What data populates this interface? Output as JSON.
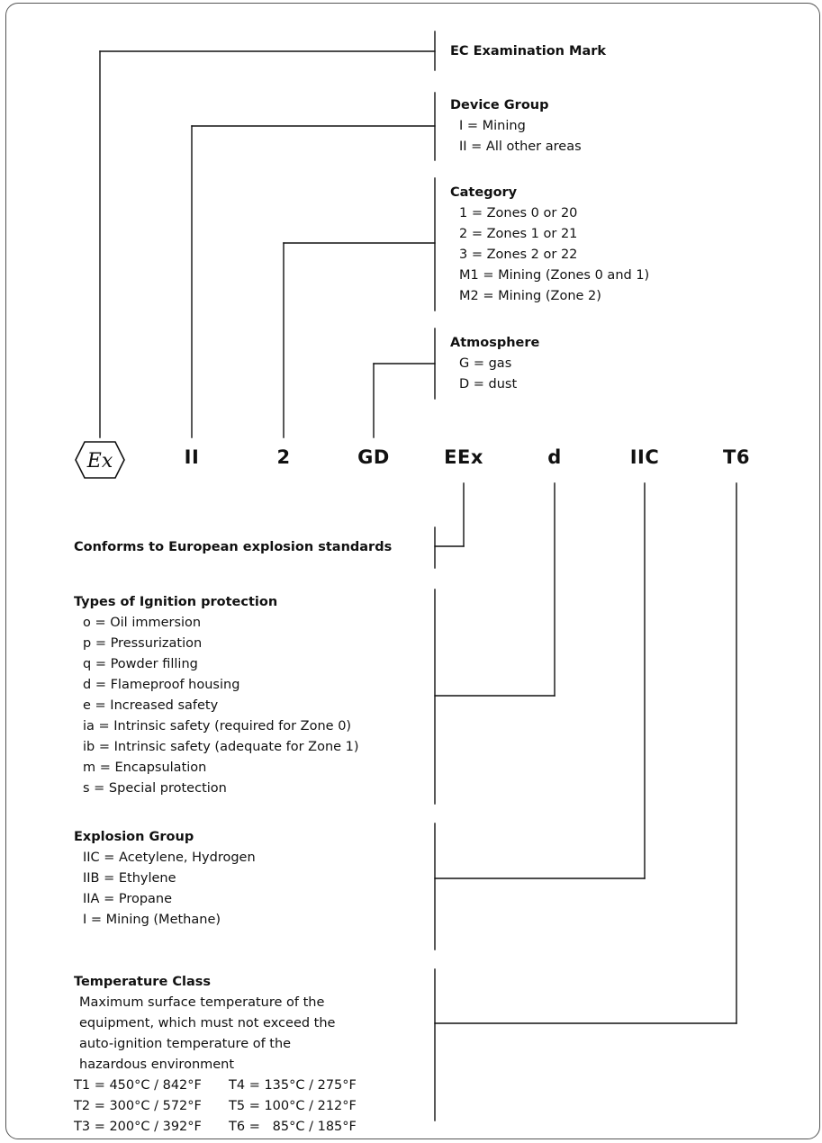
{
  "ec_mark": {
    "title": "EC Examination Mark"
  },
  "device_group": {
    "title": "Device Group",
    "items": [
      "I = Mining",
      "II = All other areas"
    ]
  },
  "category": {
    "title": "Category",
    "items": [
      "1 = Zones 0 or 20",
      "2 = Zones 1 or 21",
      "3 = Zones 2 or 22",
      "M1 = Mining (Zones 0 and 1)",
      "M2 = Mining (Zone 2)"
    ]
  },
  "atmosphere": {
    "title": "Atmosphere",
    "items": [
      "G = gas",
      "D = dust"
    ]
  },
  "code_line": {
    "symbol": "Ex",
    "parts": [
      "II",
      "2",
      "GD",
      "EEx",
      "d",
      "IIC",
      "T6"
    ]
  },
  "conforms": {
    "title": "Conforms to European explosion standards"
  },
  "ignition": {
    "title": "Types of Ignition protection",
    "items": [
      "o = Oil immersion",
      "p = Pressurization",
      "q = Powder filling",
      "d = Flameproof housing",
      "e = Increased safety",
      "ia = Intrinsic safety (required for Zone 0)",
      "ib = Intrinsic safety (adequate for Zone 1)",
      "m = Encapsulation",
      "s = Special protection"
    ]
  },
  "explosion_group": {
    "title": "Explosion Group",
    "items": [
      "IIC = Acetylene, Hydrogen",
      "IIB = Ethylene",
      "IIA = Propane",
      "I = Mining (Methane)"
    ]
  },
  "temperature": {
    "title": "Temperature Class",
    "description": [
      "Maximum surface temperature of the",
      "equipment, which must not exceed the",
      "auto-ignition temperature of the",
      "hazardous environment"
    ],
    "classes": [
      "T1 = 450°C / 842°F",
      "T4 = 135°C / 275°F",
      "T2 = 300°C / 572°F",
      "T5 = 100°C / 212°F",
      "T3 = 200°C / 392°F",
      "T6 =   85°C / 185°F"
    ]
  }
}
